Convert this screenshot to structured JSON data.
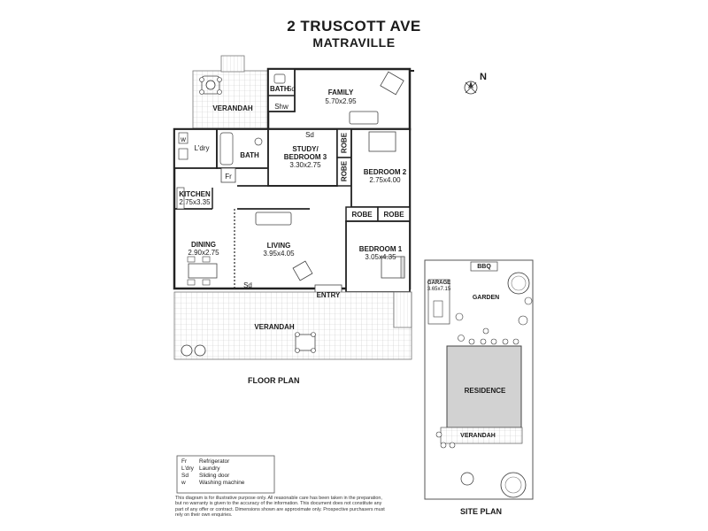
{
  "title": {
    "line1": "2 TRUSCOTT AVE",
    "line2": "MATRAVILLE"
  },
  "north": "N",
  "rooms": {
    "verandah_top": "VERANDAH",
    "bath_top": "BATH",
    "sd_top": "Sd",
    "shw": "Shw",
    "family": "FAMILY",
    "family_dim": "5.70x2.95",
    "ldry": "L'dry",
    "w": "w",
    "bath": "BATH",
    "fr": "Fr",
    "sd_study": "Sd",
    "study": "STUDY/",
    "study2": "BEDROOM 3",
    "study_dim": "3.30x2.75",
    "robe1": "ROBE",
    "robe2": "ROBE",
    "bed2": "BEDROOM 2",
    "bed2_dim": "2.75x4.00",
    "kitchen": "KITCHEN",
    "kitchen_dim": "2.75x3.35",
    "robe3": "ROBE",
    "robe4": "ROBE",
    "dining": "DINING",
    "dining_dim": "2.90x2.75",
    "living": "LIVING",
    "living_dim": "3.95x4.05",
    "bed1": "BEDROOM 1",
    "bed1_dim": "3.05x4.35",
    "sd_living": "Sd",
    "entry": "ENTRY",
    "verandah_bottom": "VERANDAH"
  },
  "floor_plan_caption": "FLOOR PLAN",
  "site": {
    "bbq": "BBQ",
    "garage": "GARAGE",
    "garage_dim": "3.65x7.15",
    "garden": "GARDEN",
    "residence": "RESIDENCE",
    "verandah": "VERANDAH",
    "caption": "SITE PLAN"
  },
  "legend": [
    {
      "key": "Fr",
      "value": "Refrigerator"
    },
    {
      "key": "L'dry",
      "value": "Laundry"
    },
    {
      "key": "Sd",
      "value": "Sliding door"
    },
    {
      "key": "w",
      "value": "Washing machine"
    }
  ],
  "disclaimer": "This diagram is for illustrative purpose only. All reasonable care has been taken in the preparation, but no warranty is given to the accuracy of the information. This document does not constitute any part of any offer or contract. Dimensions shown are approximate only. Prospective purchasers must rely on their own enquiries."
}
